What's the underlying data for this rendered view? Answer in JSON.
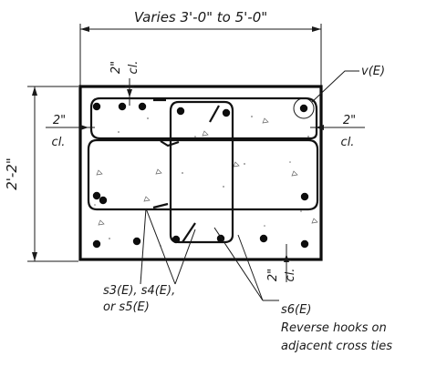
{
  "dimensions": {
    "width_label": "Varies 3'-0\" to 5'-0\"",
    "height_label": "2'-2\""
  },
  "clearances": {
    "top": {
      "value": "2\"",
      "suffix": "cl."
    },
    "left": {
      "value": "2\"",
      "suffix": "cl."
    },
    "right": {
      "value": "2\"",
      "suffix": "cl."
    },
    "bottom": {
      "value": "2\"",
      "suffix": "cl."
    }
  },
  "callouts": {
    "corner_bar": "v(E)",
    "ties_line1": "s3(E), s4(E),",
    "ties_line2": "or s5(E)",
    "cross_tie": "s6(E)",
    "note_line1": "Reverse hooks on",
    "note_line2": "adjacent cross ties"
  }
}
